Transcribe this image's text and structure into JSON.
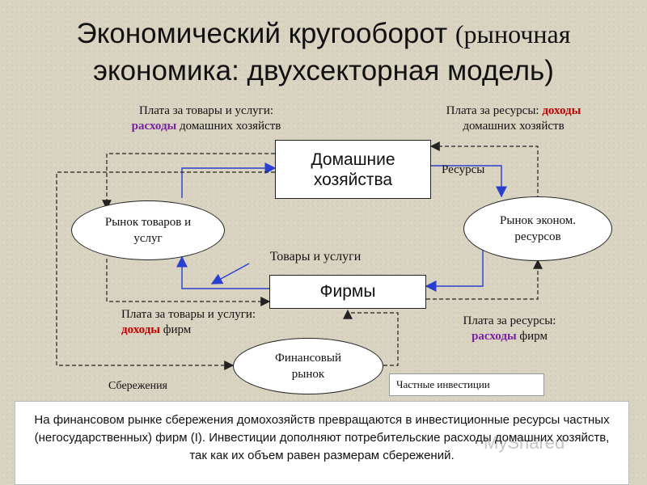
{
  "title": {
    "line1_main": "Экономический кругооборот",
    "line1_paren": "(рыночная",
    "line2": "экономика: двухсекторная модель)"
  },
  "nodes": {
    "households": "Домашние хозяйства",
    "firms": "Фирмы",
    "goods_market": "Рынок товаров и услуг",
    "resource_market": "Рынок эконом. ресурсов",
    "financial_market": "Финансовый рынок"
  },
  "labels": {
    "pay_goods_top_1": "Плата за товары и услуги:",
    "pay_goods_top_hl": "расходы",
    "pay_goods_top_2": "домашних хозяйств",
    "pay_res_top_1": "Плата за ресурсы:",
    "pay_res_top_hl": "доходы",
    "pay_res_top_2": "домашних хозяйств",
    "resources": "Ресурсы",
    "goods_services": "Товары и услуги",
    "pay_goods_bottom_1": "Плата за товары и услуги:",
    "pay_goods_bottom_hl": "доходы",
    "pay_goods_bottom_2": "фирм",
    "pay_res_bottom_1": "Плата за ресурсы:",
    "pay_res_bottom_hl": "расходы",
    "pay_res_bottom_2": "фирм",
    "savings": "Сбережения",
    "private_investment": "Частные инвестиции"
  },
  "note": "На финансовом рынке сбережения домохозяйств превращаются в инвестиционные ресурсы частных (негосударственных) фирм (I). Инвестиции дополняют потребительские расходы домашних хозяйств, так как их объем равен размерам сбережений.",
  "watermark": "MyShared",
  "colors": {
    "highlight_red": "#c00000",
    "highlight_purple": "#7a1fa2",
    "real_flow": "#2a3fcf",
    "money_flow": "#222222"
  }
}
